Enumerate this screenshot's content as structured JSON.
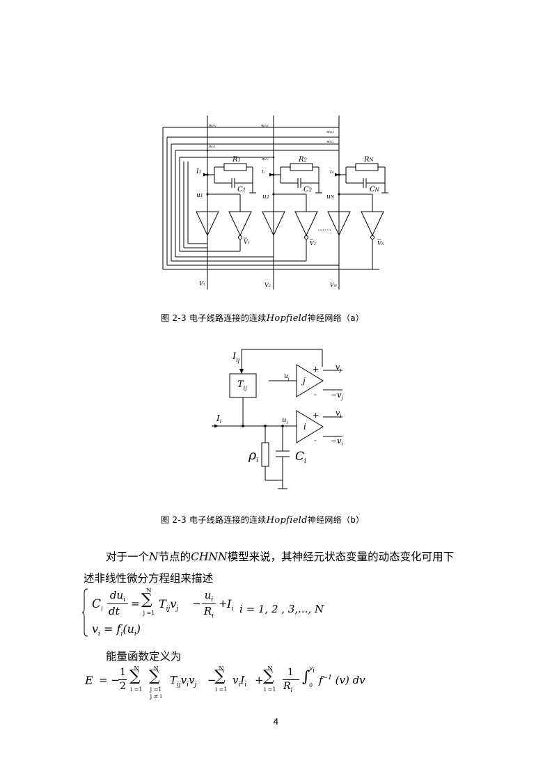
{
  "figure_a": {
    "labels": {
      "w1n": "w",
      "w1n_sub": "1N",
      "w2n": "w",
      "w2n_sub": "2N",
      "wn1": "w",
      "wn1_sub": "N1",
      "wn2": "w",
      "wn2_sub": "N2",
      "w21": "w",
      "w21_sub": "21",
      "w12": "w",
      "w12_sub": "12",
      "r1": "R",
      "r1_sub": "1",
      "r2": "R",
      "r2_sub": "2",
      "rn": "R",
      "rn_sub": "N",
      "c1": "C",
      "c1_sub": "1",
      "c2": "C",
      "c2_sub": "2",
      "cn": "C",
      "cn_sub": "N",
      "i1": "I",
      "i1_sub": "1",
      "i2": "I",
      "i2_sub": "2",
      "in": "I",
      "in_sub": "N",
      "u1": "u",
      "u1_sub": "1",
      "u2": "u",
      "u2_sub": "2",
      "un": "u",
      "un_sub": "N",
      "vb1": "V",
      "vb1_sub": "1",
      "vb2": "V",
      "vb2_sub": "2",
      "vbn": "V",
      "vbn_sub": "N",
      "v1": "V",
      "v1_sub": "1",
      "v2": "V",
      "v2_sub": "2",
      "vn": "V",
      "vn_sub": "N",
      "dots": "……"
    }
  },
  "caption_a": {
    "prefix": "图 2-3  电子线路连接的连续",
    "italic": "Hopfield",
    "suffix": "神经网络（a）"
  },
  "figure_b": {
    "labels": {
      "iij": "I",
      "iij_sub": "ij",
      "tij": "T",
      "tij_sub": "ij",
      "uj": "u",
      "uj_sub": "j",
      "j": "j",
      "plus_j": "+",
      "minus_j": "-",
      "vj": "v",
      "vj_sub": "j",
      "nvj": "−v",
      "nvj_sub": "j",
      "ii": "I",
      "ii_sub": "i",
      "ui": "u",
      "ui_sub": "i",
      "i": "i",
      "plus_i": "+",
      "minus_i": "-",
      "vi": "v",
      "vi_sub": "i",
      "nvi": "−v",
      "nvi_sub": "i",
      "rho": "ρ",
      "rho_sub": "i",
      "ci": "C",
      "ci_sub": "i"
    }
  },
  "caption_b": {
    "prefix": "图 2-3  电子线路连接的连续",
    "italic": "Hopfield",
    "suffix": "神经网络（b）"
  },
  "paragraph1": {
    "a": "对于一个",
    "n": "N",
    "b": "节点的",
    "chnn": "CHNN",
    "c": "模型来说，其神经元状态变量的动态变化可用下",
    "line2": "述非线性微分方程组来描述"
  },
  "equation1": {
    "lhs": "C",
    "lhs_sub": "i",
    "du": "du",
    "du_sub": "i",
    "dt": "dt",
    "sum_top": "N",
    "sum_bottom": "j =1",
    "t": "T",
    "t_sub": "ij",
    "v": "v",
    "v_sub": "j",
    "minus": "−",
    "u": "u",
    "u_sub": "i",
    "r": "R",
    "r_sub": "i",
    "plus": "+",
    "ivar": "I",
    "ivar_sub": "i",
    "range": "i = 1, 2 , 3,..., N",
    "line2_v": "v",
    "line2_v_sub": "i",
    "line2_eq": "= f",
    "line2_f_sub": "i",
    "line2_arg": "(u",
    "line2_arg_sub": "i",
    "line2_close": ")"
  },
  "paragraph2": "能量函数定义为",
  "equation2": {
    "e": "E",
    "eq": "= −",
    "half_num": "1",
    "half_den": "2",
    "s1_top": "N",
    "s1_bottom": "i =1",
    "s2_top": "N",
    "s2_bottom": "j =1",
    "s2_bottom2": "j ≠ i",
    "term1": "T",
    "term1_sub": "ij",
    "term1_b": "v",
    "term1_b_sub": "i",
    "term1_c": "v",
    "term1_c_sub": "j",
    "minus": "−",
    "s3_top": "N",
    "s3_bottom": "i =1",
    "term2": "v",
    "term2_sub": "i",
    "term2_b": "I",
    "term2_b_sub": "i",
    "plus": "+",
    "s4_top": "N",
    "s4_bottom": "i =1",
    "frac_num": "1",
    "frac_den": "R",
    "frac_den_sub": "i",
    "int_top": "v",
    "int_top_sub": "i",
    "int_bottom": "0",
    "integrand": "f",
    "integrand_sup": "−1",
    "integrand_b": "(v) dv"
  },
  "page_number": "4"
}
